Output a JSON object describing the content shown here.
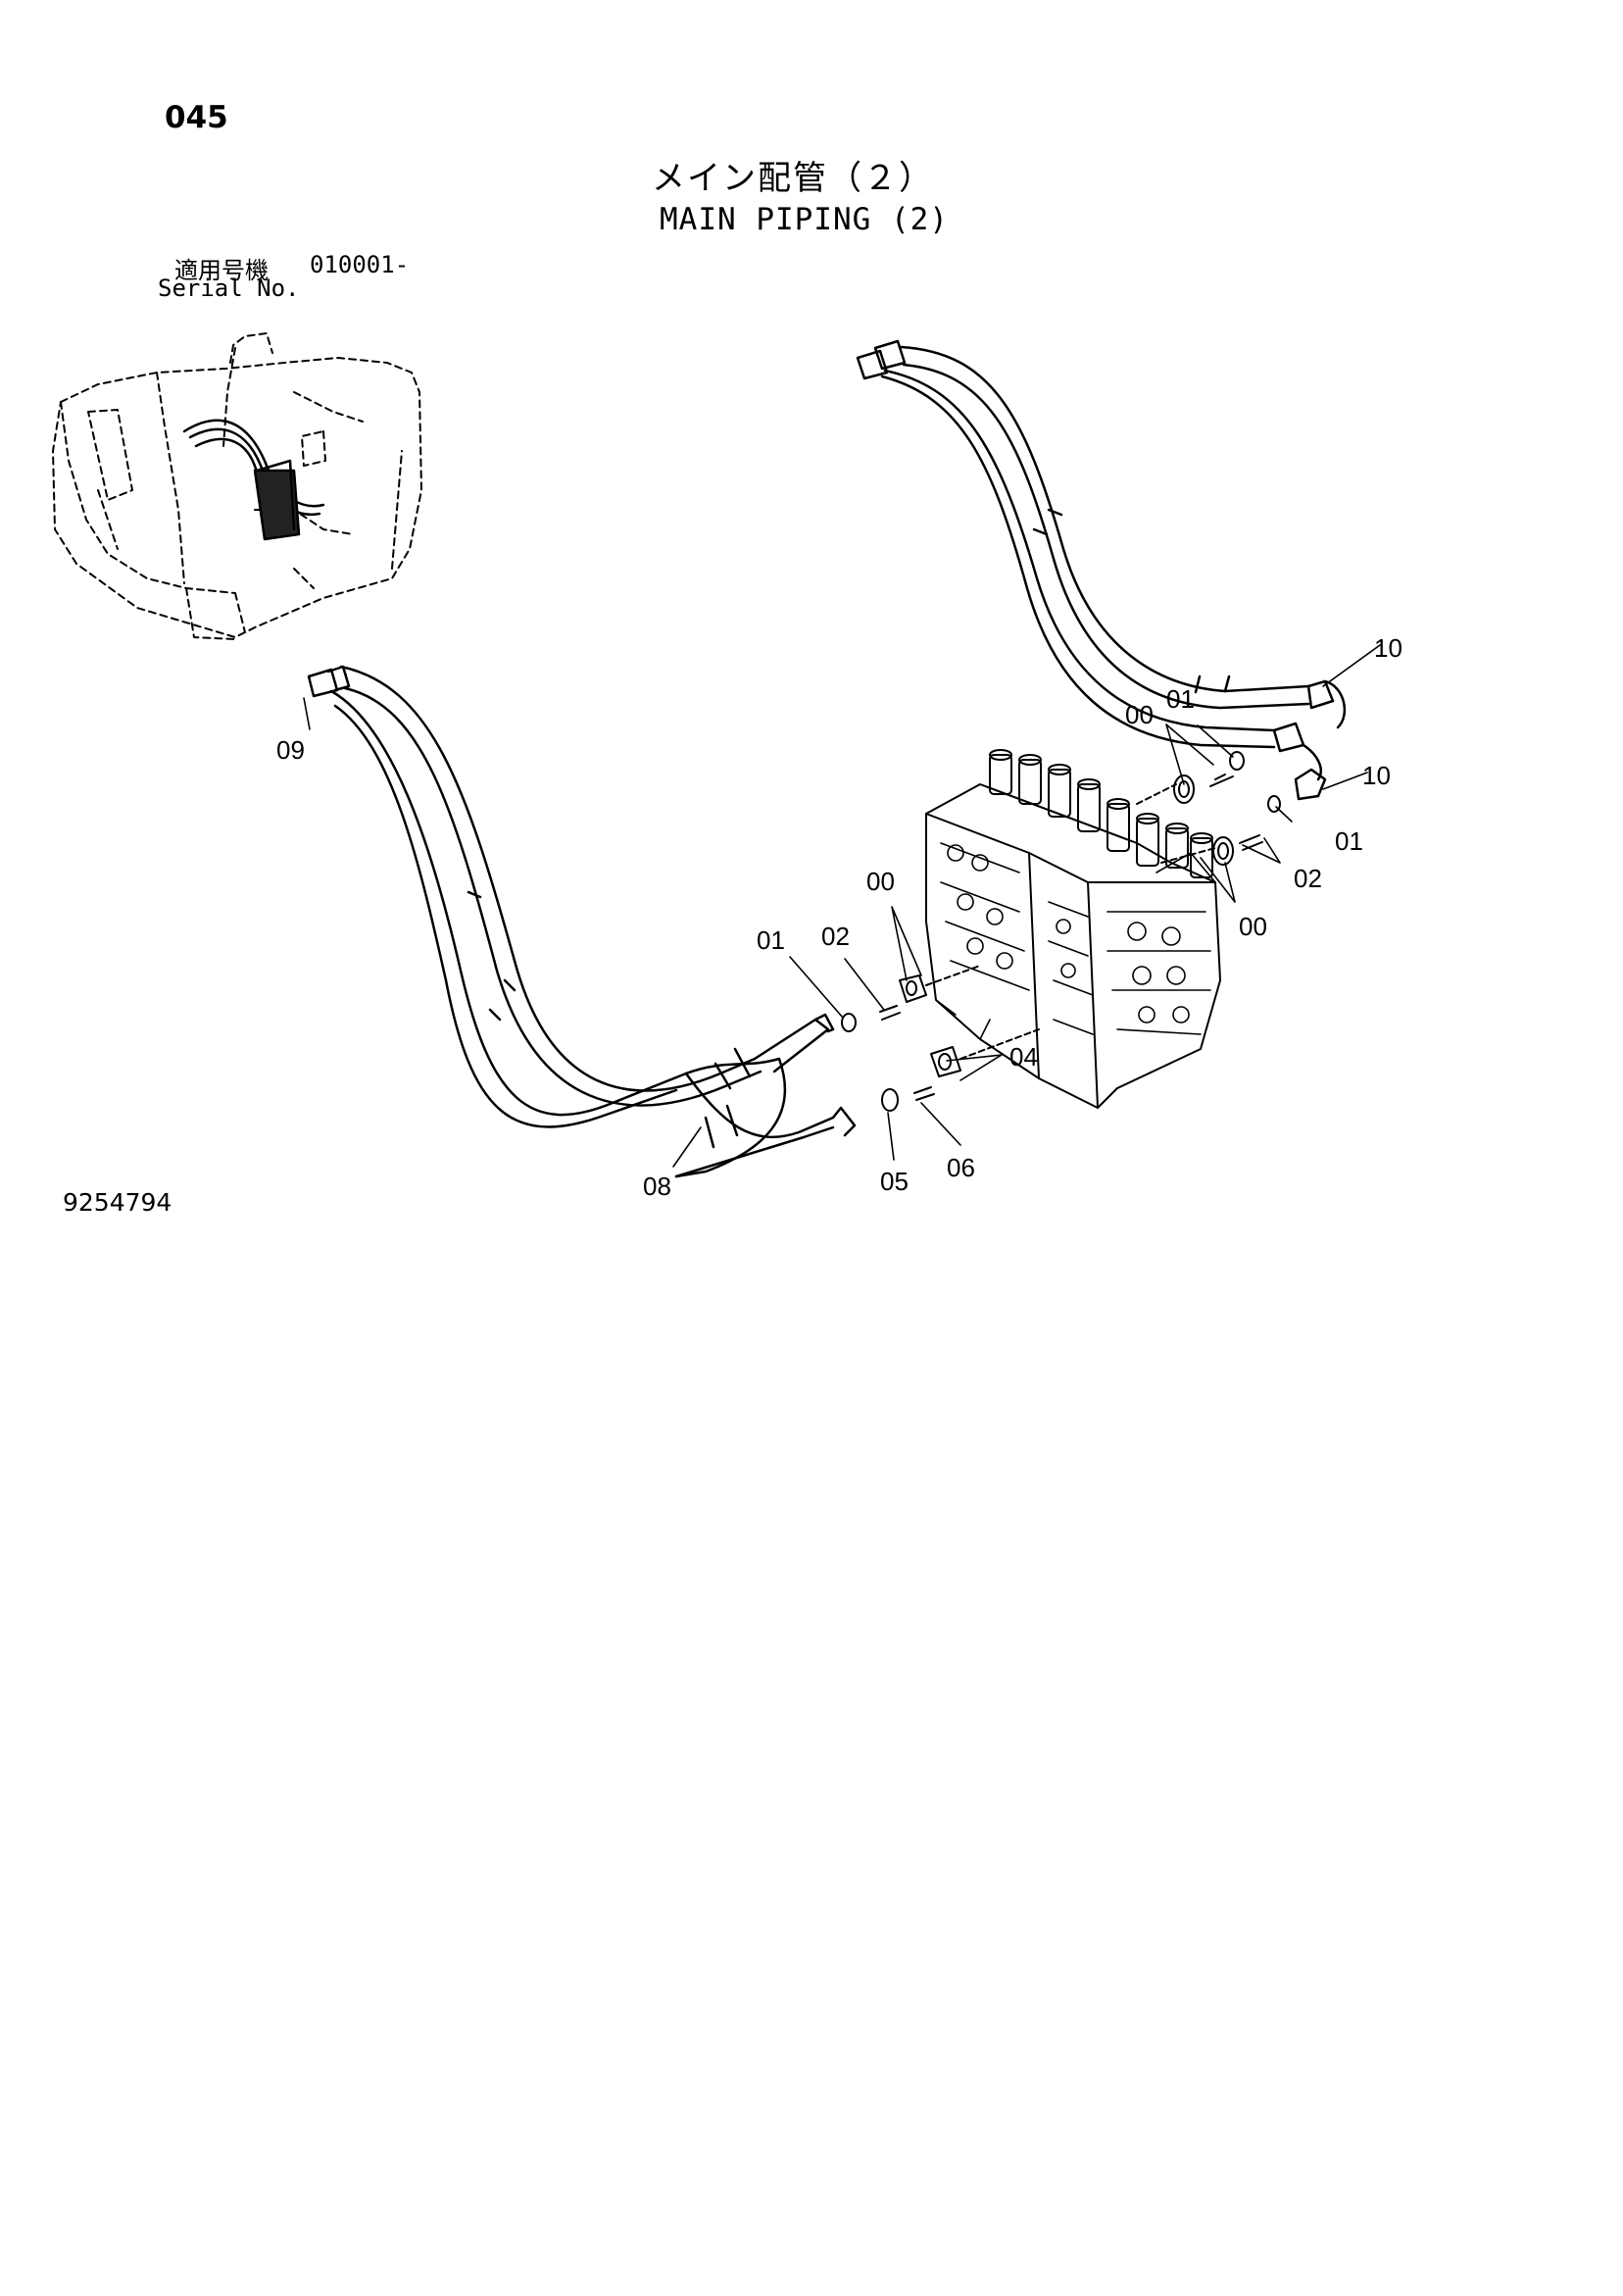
{
  "page_number": "045",
  "title_jp": "メイン配管（２）",
  "title_en": "MAIN PIPING (2)",
  "serial": {
    "label_jp": "適用号機",
    "value": "010001-",
    "label_en": "Serial No."
  },
  "drawing_number": "9254794",
  "callouts": {
    "c09": "09",
    "c10a": "10",
    "c10b": "10",
    "c00a": "00",
    "c01a": "01",
    "c01b": "01",
    "c02a": "02",
    "c00b": "00",
    "c00c": "00",
    "c01c": "01",
    "c02b": "02",
    "c04": "04",
    "c08": "08",
    "c05": "05",
    "c06": "06"
  }
}
